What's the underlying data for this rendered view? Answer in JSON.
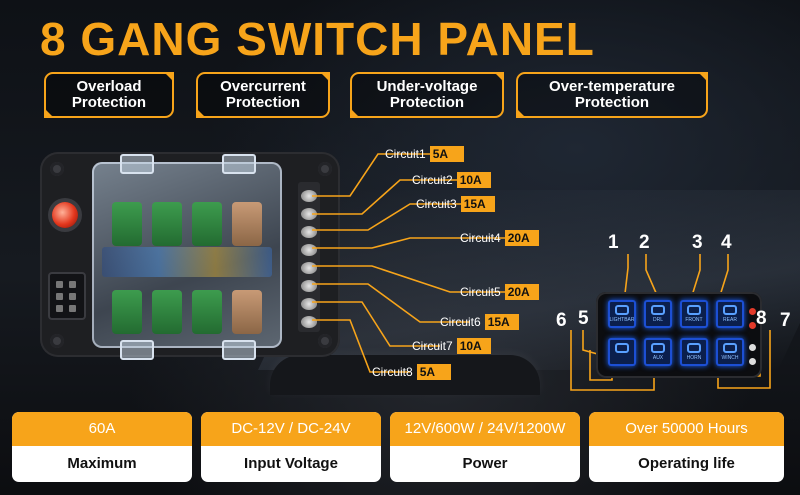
{
  "title": "8 GANG SWITCH PANEL",
  "protections": [
    {
      "line1": "Overload",
      "line2": "Protection"
    },
    {
      "line1": "Overcurrent",
      "line2": "Protection"
    },
    {
      "line1": "Under-voltage",
      "line2": "Protection"
    },
    {
      "line1": "Over-temperature",
      "line2": "Protection"
    }
  ],
  "circuits": [
    {
      "name": "Circuit1",
      "amp": "5A"
    },
    {
      "name": "Circuit2",
      "amp": "10A"
    },
    {
      "name": "Circuit3",
      "amp": "15A"
    },
    {
      "name": "Circuit4",
      "amp": "20A"
    },
    {
      "name": "Circuit5",
      "amp": "20A"
    },
    {
      "name": "Circuit6",
      "amp": "15A"
    },
    {
      "name": "Circuit7",
      "amp": "10A"
    },
    {
      "name": "Circuit8",
      "amp": "5A"
    }
  ],
  "switch_numbers": [
    "1",
    "2",
    "3",
    "4",
    "5",
    "6",
    "7",
    "8"
  ],
  "switch_labels": [
    "LIGHTBAR",
    "DRL",
    "FRONT",
    "REAR",
    "",
    "AUX",
    "HORN",
    "WINCH"
  ],
  "specs": [
    {
      "value": "60A",
      "label": "Maximum"
    },
    {
      "value": "DC-12V / DC-24V",
      "label": "Input Voltage"
    },
    {
      "value": "12V/600W / 24V/1200W",
      "label": "Power"
    },
    {
      "value": "Over 50000 Hours",
      "label": "Operating life"
    }
  ],
  "colors": {
    "accent": "#f7a41a",
    "switch_glow": "#1a64ff"
  }
}
